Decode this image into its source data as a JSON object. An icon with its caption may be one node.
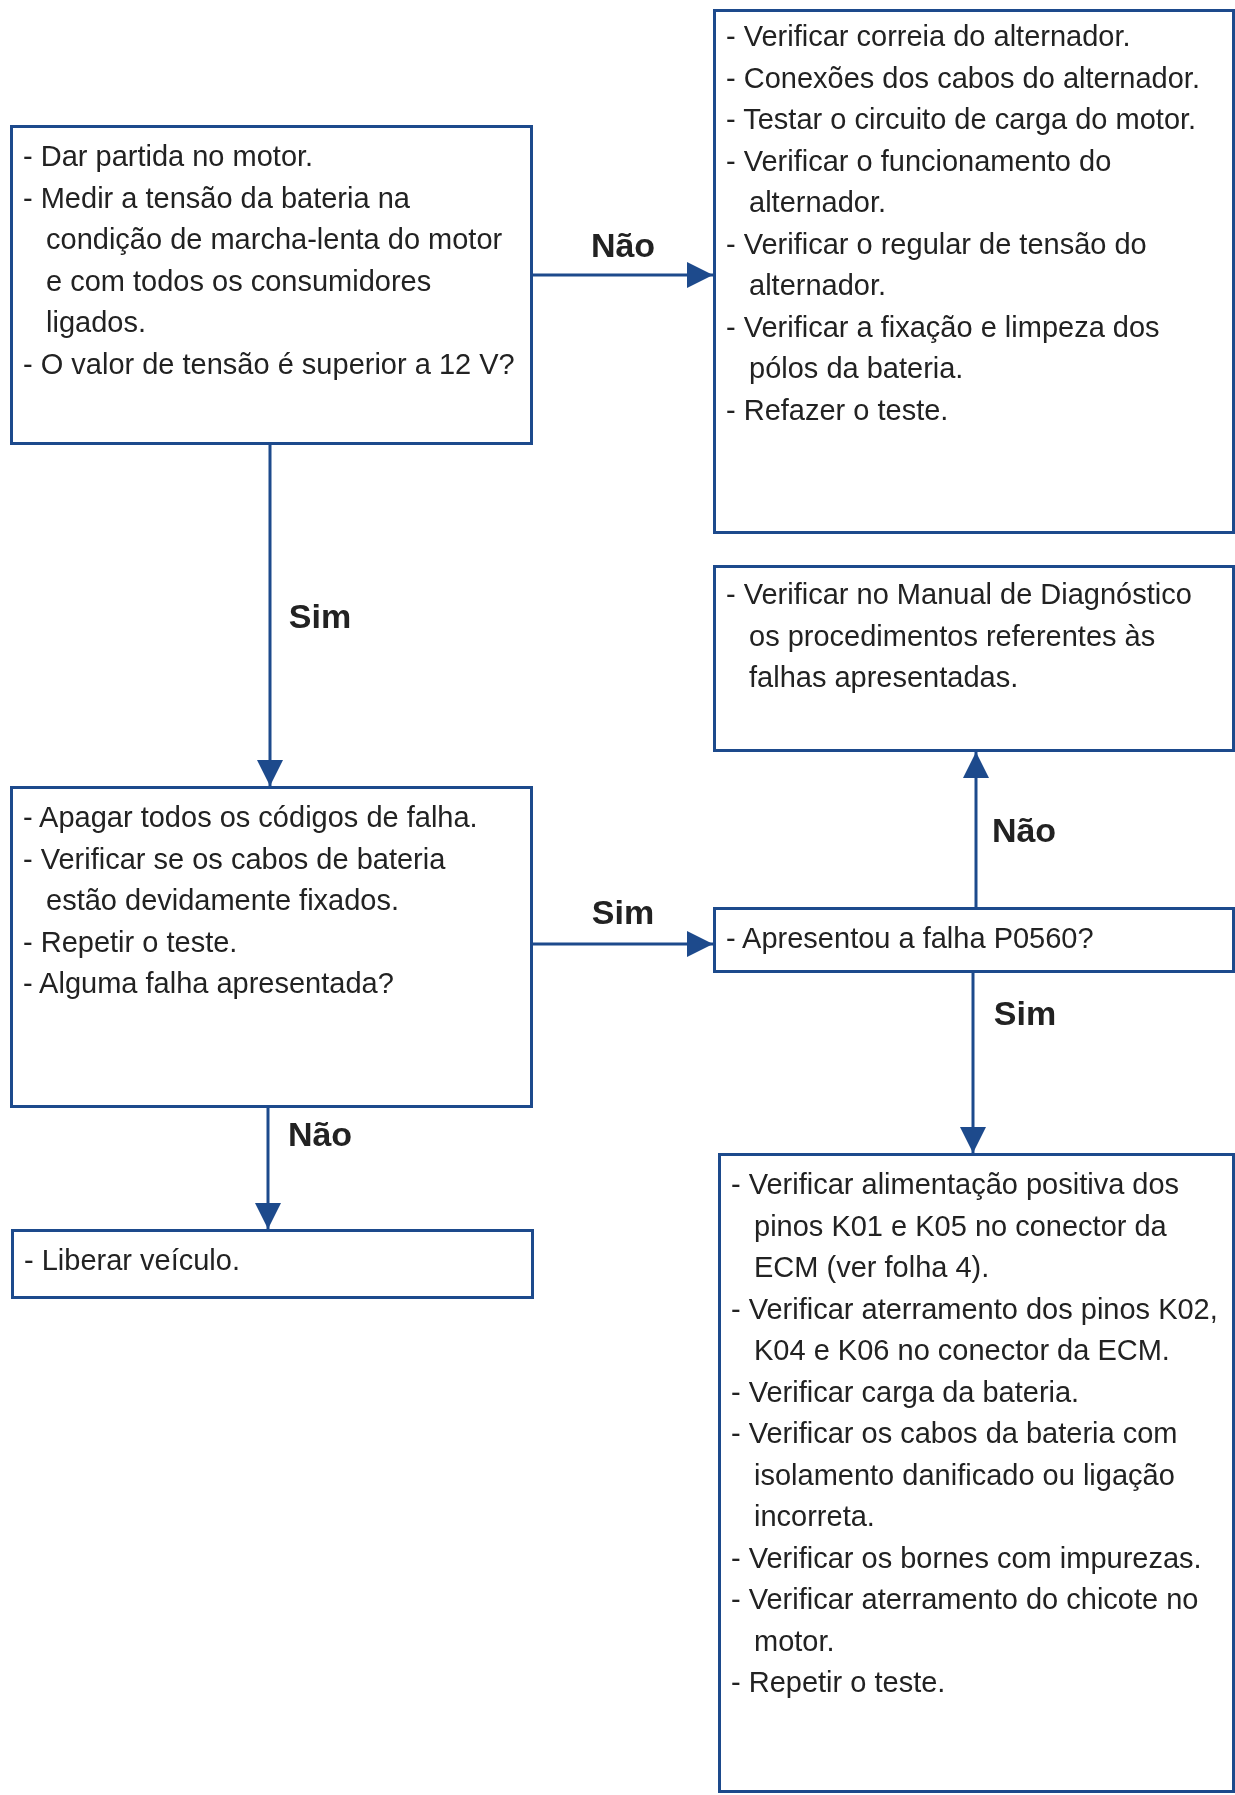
{
  "diagram": {
    "nodes": [
      {
        "text": [
          "- Dar partida no motor.",
          "- Medir a tensão da bateria na condição de marcha-lenta do motor e com todos os consumidores ligados.",
          "- O valor de tensão é superior a 12 V?"
        ]
      },
      {
        "text": [
          "- Verificar correia do alternador.",
          "- Conexões dos cabos do alternador.",
          "- Testar o circuito de carga do motor.",
          "- Verificar o funcionamento do alternador.",
          "- Verificar o regular de tensão do alternador.",
          "- Verificar a fixação e limpeza dos pólos da bateria.",
          "- Refazer o teste."
        ]
      },
      {
        "text": [
          "- Verificar no Manual de Diagnóstico os procedimentos referentes às falhas apresentadas."
        ]
      },
      {
        "text": [
          "- Apagar todos os códigos de falha.",
          "- Verificar se os cabos de bateria estão devidamente fixados.",
          "- Repetir o teste.",
          "- Alguma falha apresentada?"
        ]
      },
      {
        "text": [
          "- Apresentou a falha P0560?"
        ]
      },
      {
        "text": [
          "- Liberar veículo."
        ]
      },
      {
        "text": [
          "- Verificar alimentação positiva dos pinos K01 e K05 no conector da ECM (ver folha 4).",
          "- Verificar aterramento dos pinos K02, K04 e K06 no conector da ECM.",
          "- Verificar carga da bateria.",
          "- Verificar os cabos da bateria com isolamento danificado ou ligação incorreta.",
          "- Verificar os bornes com impurezas.",
          "- Verificar aterramento do chicote no motor.",
          "- Repetir o teste."
        ]
      }
    ],
    "edges": [
      {
        "from": 0,
        "to": 1,
        "arrow": "to",
        "label": "Não"
      },
      {
        "from": 0,
        "to": 3,
        "arrow": "to",
        "label": "Sim"
      },
      {
        "from": 3,
        "to": 4,
        "arrow": "to",
        "label": "Sim"
      },
      {
        "from": 4,
        "to": 2,
        "arrow": "to",
        "label": "Não"
      },
      {
        "from": 4,
        "to": 6,
        "arrow": "to",
        "label": "Sim"
      },
      {
        "from": 3,
        "to": 5,
        "arrow": "to",
        "label": "Não"
      }
    ]
  }
}
